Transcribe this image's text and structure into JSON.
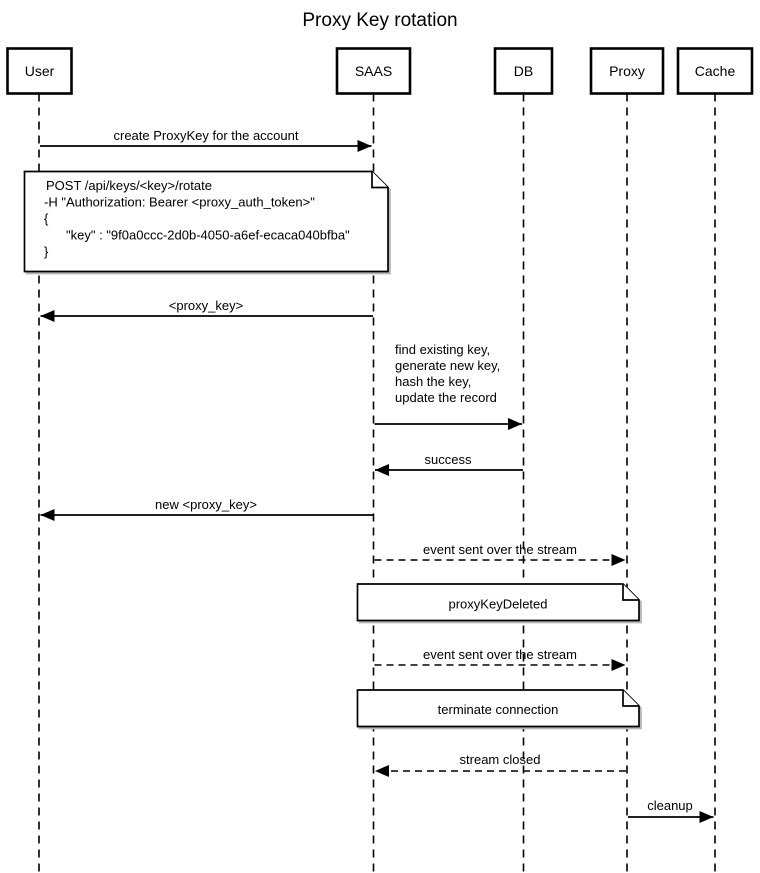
{
  "title": "Proxy Key rotation",
  "actors": [
    {
      "id": "user",
      "label": "User"
    },
    {
      "id": "saas",
      "label": "SAAS"
    },
    {
      "id": "db",
      "label": "DB"
    },
    {
      "id": "proxy",
      "label": "Proxy"
    },
    {
      "id": "cache",
      "label": "Cache"
    }
  ],
  "messages": [
    {
      "from": "User",
      "to": "SAAS",
      "style": "solid",
      "label": "create ProxyKey for the account"
    },
    {
      "from": "SAAS",
      "to": "User",
      "style": "solid",
      "label": "<proxy_key>"
    },
    {
      "from": "SAAS",
      "to": "DB",
      "style": "solid",
      "label_lines": [
        "find existing key,",
        "generate new key,",
        "hash the key,",
        "update the record"
      ]
    },
    {
      "from": "DB",
      "to": "SAAS",
      "style": "solid",
      "label": "success"
    },
    {
      "from": "SAAS",
      "to": "User",
      "style": "solid",
      "label": "new <proxy_key>"
    },
    {
      "from": "SAAS",
      "to": "Proxy",
      "style": "dashed",
      "label": "event sent over the stream"
    },
    {
      "from": "SAAS",
      "to": "Proxy",
      "style": "dashed",
      "label": "event sent over the stream"
    },
    {
      "from": "Proxy",
      "to": "SAAS",
      "style": "dashed",
      "label": "stream closed"
    },
    {
      "from": "Proxy",
      "to": "Cache",
      "style": "solid",
      "label": "cleanup"
    }
  ],
  "notes": [
    {
      "over": "User, SAAS",
      "lines": [
        "POST /api/keys/<key>/rotate",
        "-H \"Authorization: Bearer <proxy_auth_token>\"",
        "{",
        "\"key\" : \"9f0a0ccc-2d0b-4050-a6ef-ecaca040bfba\"",
        "}"
      ]
    },
    {
      "over": "SAAS, Proxy",
      "label": "proxyKeyDeleted"
    },
    {
      "over": "SAAS, Proxy",
      "label": "terminate connection"
    }
  ],
  "colors": {
    "stroke": "#000000",
    "background": "#ffffff",
    "note_fill": "#ffffff",
    "shadow": "#b8b8b8"
  }
}
